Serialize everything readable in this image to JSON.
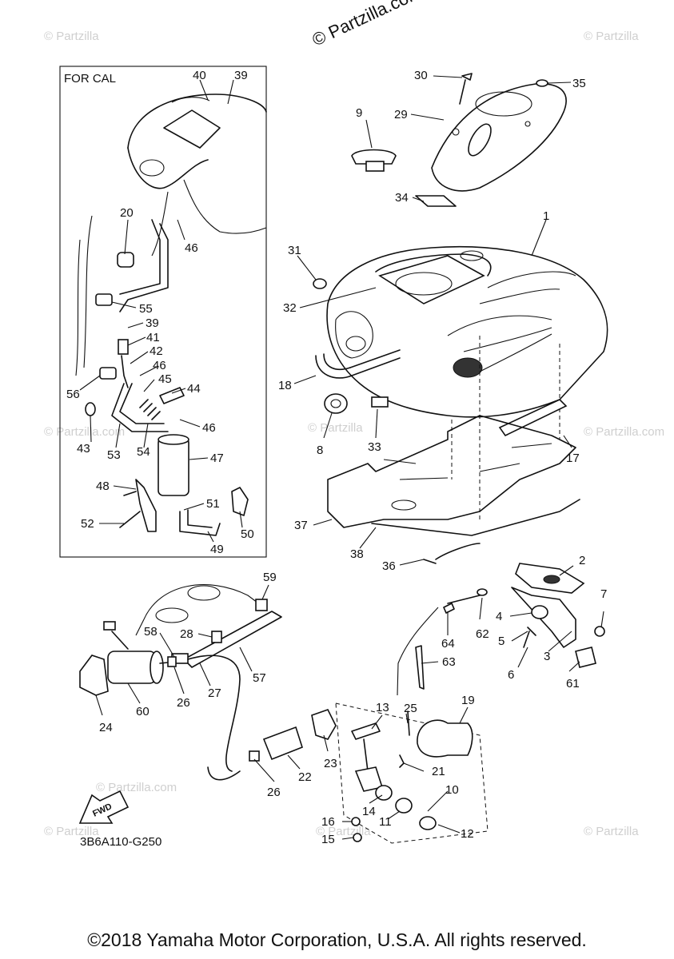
{
  "header": {
    "copyright_watermark": "© Partzilla.com"
  },
  "watermarks": [
    "© Partzilla",
    "© Partzilla",
    "© Partzilla.com",
    "© Partzilla",
    "© Partzilla.com",
    "© Partzilla",
    "© Partzilla.com",
    "© Partzilla",
    "© Partzilla"
  ],
  "inset": {
    "title": "FOR CAL"
  },
  "diagram_code": "3B6A110-G250",
  "fwd_label": "FWD",
  "footer": {
    "text": "©2018 Yamaha Motor Corporation, U.S.A. All rights reserved."
  },
  "callouts": [
    "1",
    "2",
    "3",
    "4",
    "5",
    "6",
    "7",
    "8",
    "9",
    "10",
    "11",
    "12",
    "13",
    "14",
    "15",
    "16",
    "17",
    "18",
    "19",
    "20",
    "21",
    "22",
    "23",
    "24",
    "25",
    "26",
    "26",
    "27",
    "28",
    "29",
    "30",
    "31",
    "32",
    "33",
    "34",
    "35",
    "36",
    "37",
    "38",
    "39",
    "39",
    "40",
    "41",
    "42",
    "43",
    "44",
    "45",
    "46",
    "46",
    "46",
    "47",
    "48",
    "49",
    "50",
    "51",
    "52",
    "53",
    "54",
    "55",
    "56",
    "57",
    "58",
    "59",
    "60",
    "61",
    "62",
    "63",
    "64"
  ]
}
